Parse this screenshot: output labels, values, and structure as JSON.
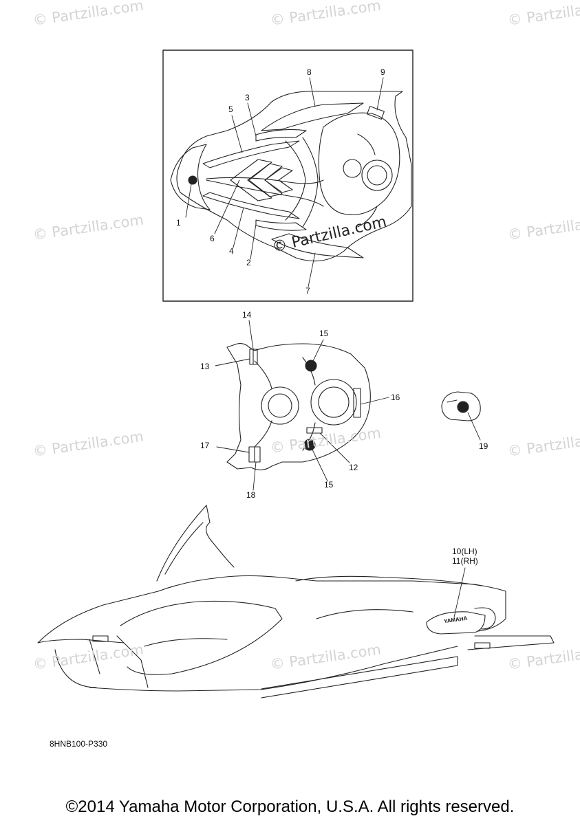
{
  "watermark_text": "© Partzilla.com",
  "overlay_watermark_text": "© Partzilla.com",
  "callouts": {
    "c1": "1",
    "c2": "2",
    "c3": "3",
    "c4": "4",
    "c5": "5",
    "c6": "6",
    "c7": "7",
    "c8": "8",
    "c9": "9",
    "c10_11_lh": "10(LH)",
    "c10_11_rh": "11(RH)",
    "c12": "12",
    "c13": "13",
    "c14": "14",
    "c15a": "15",
    "c15b": "15",
    "c16": "16",
    "c17": "17",
    "c18": "18",
    "c19": "19"
  },
  "decal_text": "YAMAHA",
  "diagram_code": "8HNB100-P330",
  "copyright": "©2014 Yamaha Motor Corporation, U.S.A. All rights reserved."
}
